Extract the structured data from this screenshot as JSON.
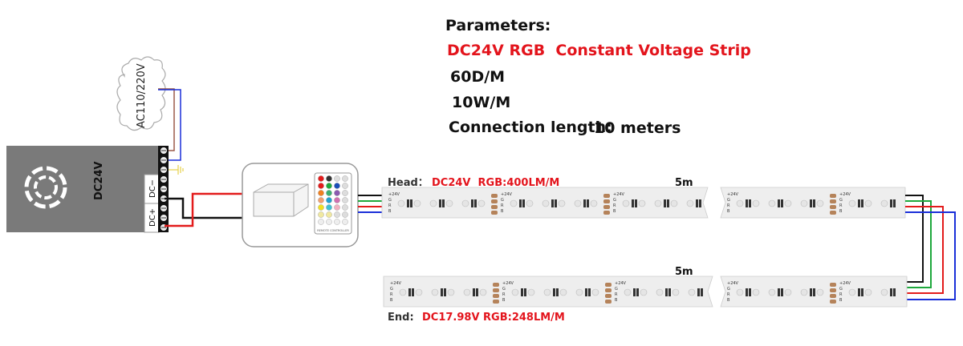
{
  "parameters": {
    "title": "Parameters:",
    "strip_type": "DC24V RGB  Constant Voltage Strip",
    "density": "60D/M",
    "power": "10W/M",
    "connection_label": "Connection length:",
    "connection_value": "10 meters"
  },
  "power_supply": {
    "ac_label": "AC110/220V",
    "output_label": "DC24V",
    "dc_minus": "DC−",
    "dc_plus": "DC+"
  },
  "controller": {
    "remote_label": "REMOTE CONTROLLER"
  },
  "head": {
    "prefix": "Head：",
    "value": "DC24V  RGB:400LM/M",
    "length": "5m"
  },
  "end": {
    "prefix": "End:  ",
    "value": "DC17.98V RGB:248LM/M",
    "length": "5m"
  },
  "strip_pads": {
    "v": "+24V",
    "g": "G",
    "r": "R",
    "b": "B"
  },
  "colors": {
    "red_text": "#e3141c",
    "wire_red": "#e31b1b",
    "wire_green": "#1ea83c",
    "wire_blue": "#1a2fd8",
    "wire_black": "#111111",
    "wire_brown": "#9b5a4a",
    "psu_body": "#7a7a7a",
    "strip": "#eeeeee",
    "pad": "#b5835a"
  }
}
